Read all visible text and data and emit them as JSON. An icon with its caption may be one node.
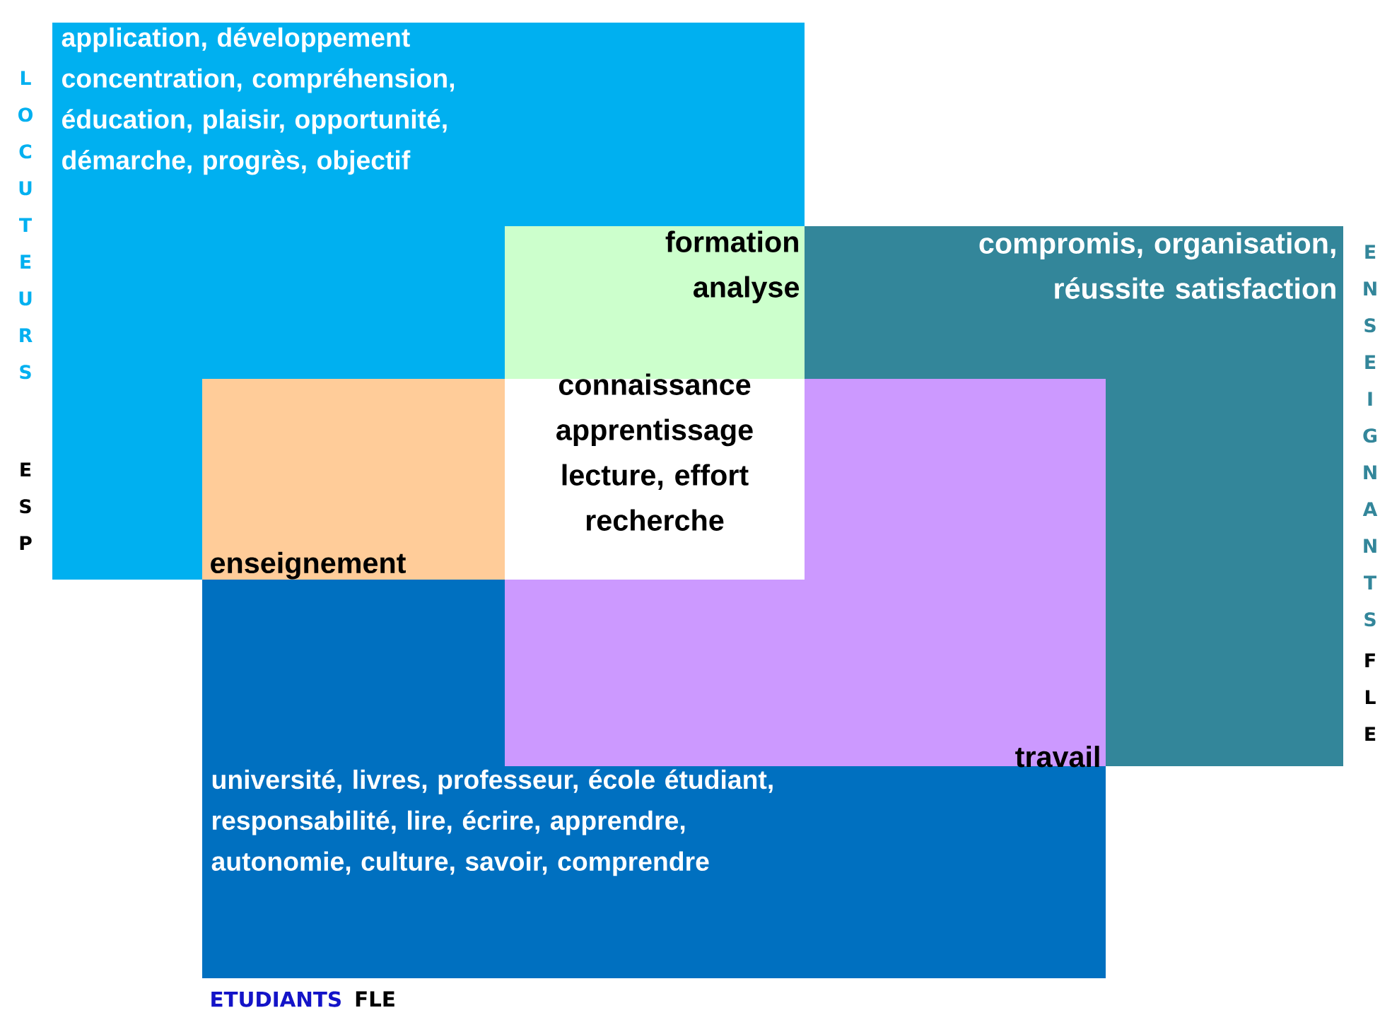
{
  "diagram": {
    "nodes": [
      {
        "text": [
          "application, développement concentration, compréhension, éducation, plaisir, opportunité, démarche, progrès, objectif"
        ],
        "beside": [
          "LOCUTEURS",
          "ESP"
        ]
      },
      {
        "text": [
          "formation analyse"
        ]
      },
      {
        "text": [
          "compromis, organisation, réussite satisfaction"
        ],
        "beside": [
          "ENSEIGNANTS",
          "FLE"
        ]
      },
      {
        "text": [
          "enseignement"
        ]
      },
      {
        "text": [
          "connaissance apprentissage lecture, effort recherche"
        ]
      },
      {
        "text": [
          "travail"
        ]
      },
      {
        "text": [
          "université, livres, professeur, école étudiant, responsabilité, lire, écrire, apprendre, autonomie, culture, savoir, comprendre"
        ],
        "beside": [
          "ETUDIANTS",
          "FLE"
        ]
      }
    ]
  }
}
